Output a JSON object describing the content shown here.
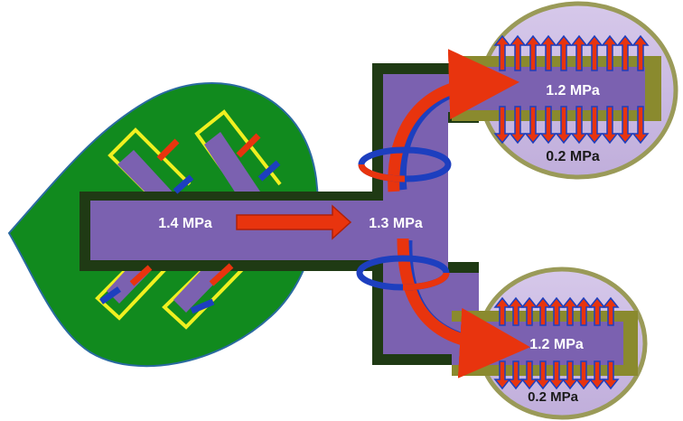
{
  "labels": {
    "leaf_pressure": "1.4 MPa",
    "stem_pressure": "1.3 MPa",
    "upper_sink_inner": "1.2 MPa",
    "upper_sink_outer": "0.2 MPa",
    "lower_sink_inner": "1.2 MPa",
    "lower_sink_outer": "0.2 MPa"
  },
  "colors": {
    "leaf": "#118a1e",
    "leaf_edge": "#2a6aa0",
    "phloem": "#7b61b0",
    "tube_wall": "#1f3a14",
    "vein_outline": "#f0f020",
    "sink_fill": "#cbb9e2",
    "sink_edge": "#9a9a58",
    "sink_tube_wall": "#8a8a2e",
    "arrow_red": "#e8340e",
    "arrow_blue": "#1d3fbf",
    "label_light": "#ffffff",
    "label_dark": "#1a1a1a"
  },
  "icons": {
    "flow_arrow": "flow-arrow-icon",
    "sugar_arrow": "sugar-loading-arrow-icon",
    "water_arrow": "water-arrow-icon",
    "circulation_arrow": "circular-flow-arrow-icon",
    "turgor_arrow": "turgor-arrow-icon"
  }
}
